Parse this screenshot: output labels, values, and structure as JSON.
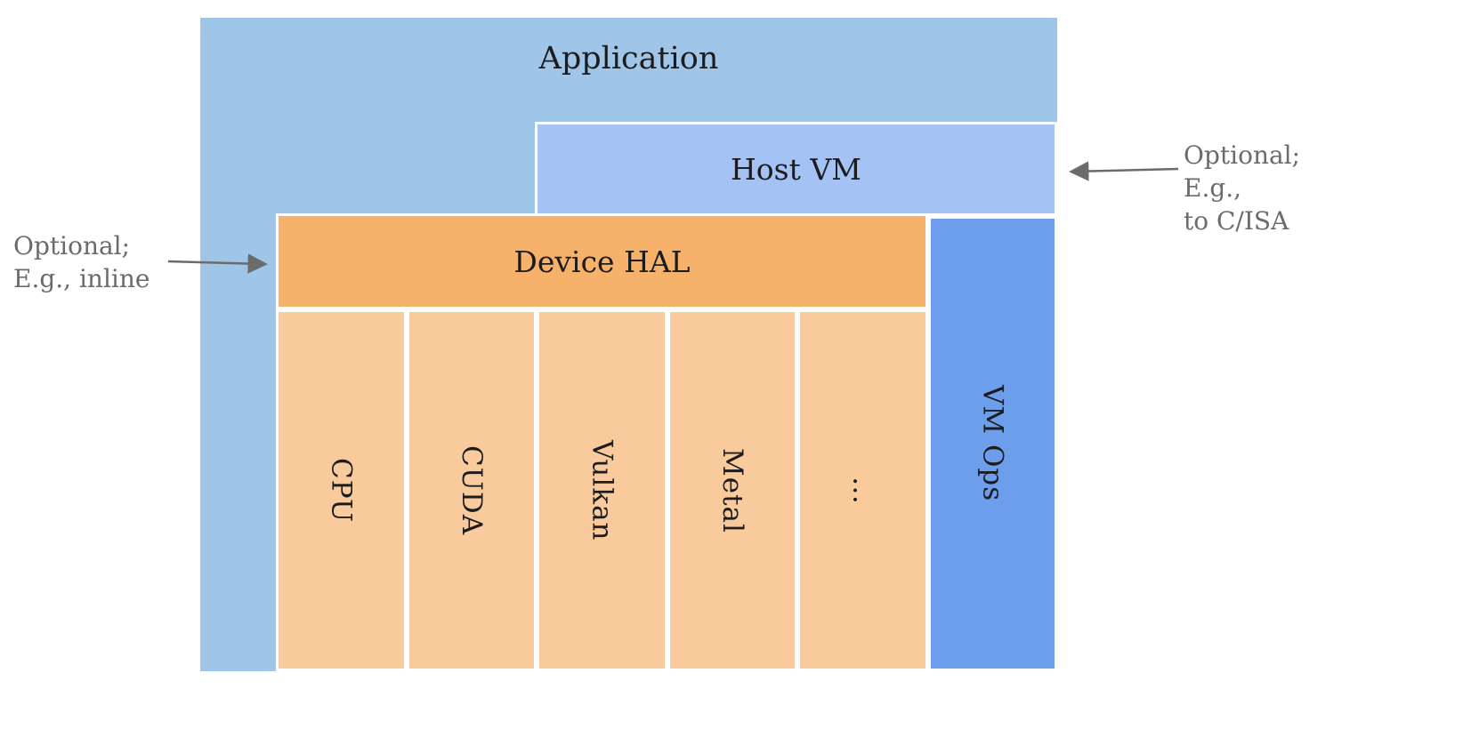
{
  "diagram": {
    "application": {
      "label": "Application"
    },
    "host_vm": {
      "label": "Host VM"
    },
    "device_hal": {
      "label": "Device HAL"
    },
    "backends": [
      "CPU",
      "CUDA",
      "Vulkan",
      "Metal",
      "…"
    ],
    "vm_ops": {
      "label": "VM Ops"
    },
    "annotations": {
      "left": {
        "line1": "Optional;",
        "line2": "E.g., inline"
      },
      "right": {
        "line1": "Optional; E.g.,",
        "line2": "to C/ISA"
      }
    },
    "colors": {
      "application": "#9fc5e8",
      "host_vm": "#a4c2f4",
      "device_hal": "#f6b26b",
      "backend": "#f9cb9c",
      "vm_ops": "#6d9eeb",
      "label_text": "#1c1c1e",
      "annotation_text": "#6b6b6b",
      "arrow": "#6b6b6b"
    }
  }
}
